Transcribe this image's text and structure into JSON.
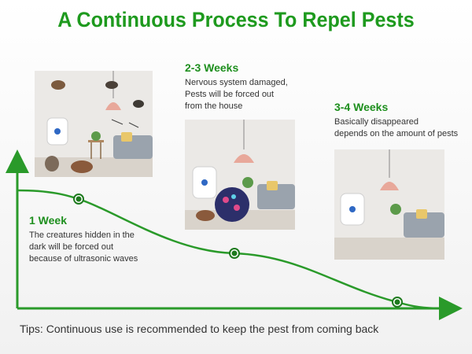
{
  "title": "A Continuous Process To Repel Pests",
  "stages": [
    {
      "title": "1 Week",
      "description": [
        "The creatures hidden in the",
        "dark will be forced out",
        "because of ultrasonic waves"
      ]
    },
    {
      "title": "2-3 Weeks",
      "description": [
        "Nervous system damaged,",
        "Pests will be forced out",
        "from the house"
      ]
    },
    {
      "title": "3-4 Weeks",
      "description": [
        "Basically disappeared",
        "depends on the amount of pests"
      ]
    }
  ],
  "tips": "Tips: Continuous use is recommended to keep the pest from coming back",
  "colors": {
    "accent": "#1e9a1e",
    "curve": "#2a9a2a",
    "text": "#333333"
  }
}
